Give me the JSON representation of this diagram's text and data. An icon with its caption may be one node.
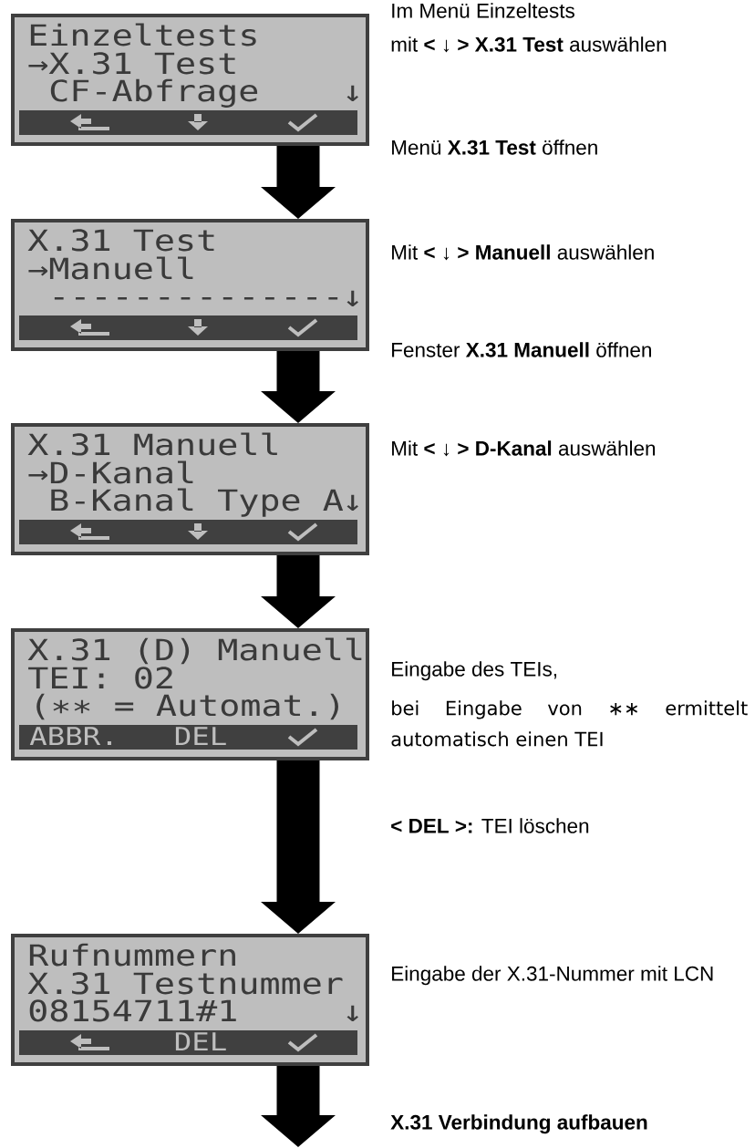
{
  "diagram": {
    "nodes": [
      {
        "text": [
          "Einzeltests",
          "→X.31 Test",
          "CF-Abfrage",
          "↓"
        ]
      },
      {
        "text": [
          "X.31 Test",
          "→Manuell",
          "--------------",
          "↓"
        ]
      },
      {
        "text": [
          "X.31 Manuell",
          "→D-Kanal",
          "B-Kanal Type A",
          "↓"
        ]
      },
      {
        "text": [
          "X.31 (D) Manuell",
          "TEI: 02",
          "(∗∗ = Automat.)",
          "ABBR.",
          "DEL"
        ]
      },
      {
        "text": [
          "Rufnummern",
          "X.31 Testnummer",
          "08154711#1",
          "↓",
          "DEL"
        ]
      }
    ],
    "edges": [
      {
        "from": 0,
        "to": 1,
        "arrow": "to"
      },
      {
        "from": 1,
        "to": 2,
        "arrow": "to"
      },
      {
        "from": 2,
        "to": 3,
        "arrow": "to"
      },
      {
        "from": 3,
        "to": 4,
        "arrow": "to"
      },
      {
        "from": 4,
        "to": null,
        "arrow": "to"
      }
    ],
    "labels": [
      "Im Menü Einzeltests",
      "mit **<** ↓ **> X.31 Test** auswählen",
      "Menü **X.31 Test** öffnen",
      "Mit **<** ↓ **> Manuell** auswählen",
      "Fenster **X.31 Manuell** öffnen",
      "Mit **<** ↓ **> D-Kanal** auswählen",
      "Eingabe des TEIs,",
      "bei Eingabe von ∗∗ ermittelt automatisch einen TEI",
      "**< DEL >:** TEI löschen",
      "Eingabe der X.31-Nummer mit LCN",
      "X.31 Verbindung aufbauen"
    ]
  }
}
